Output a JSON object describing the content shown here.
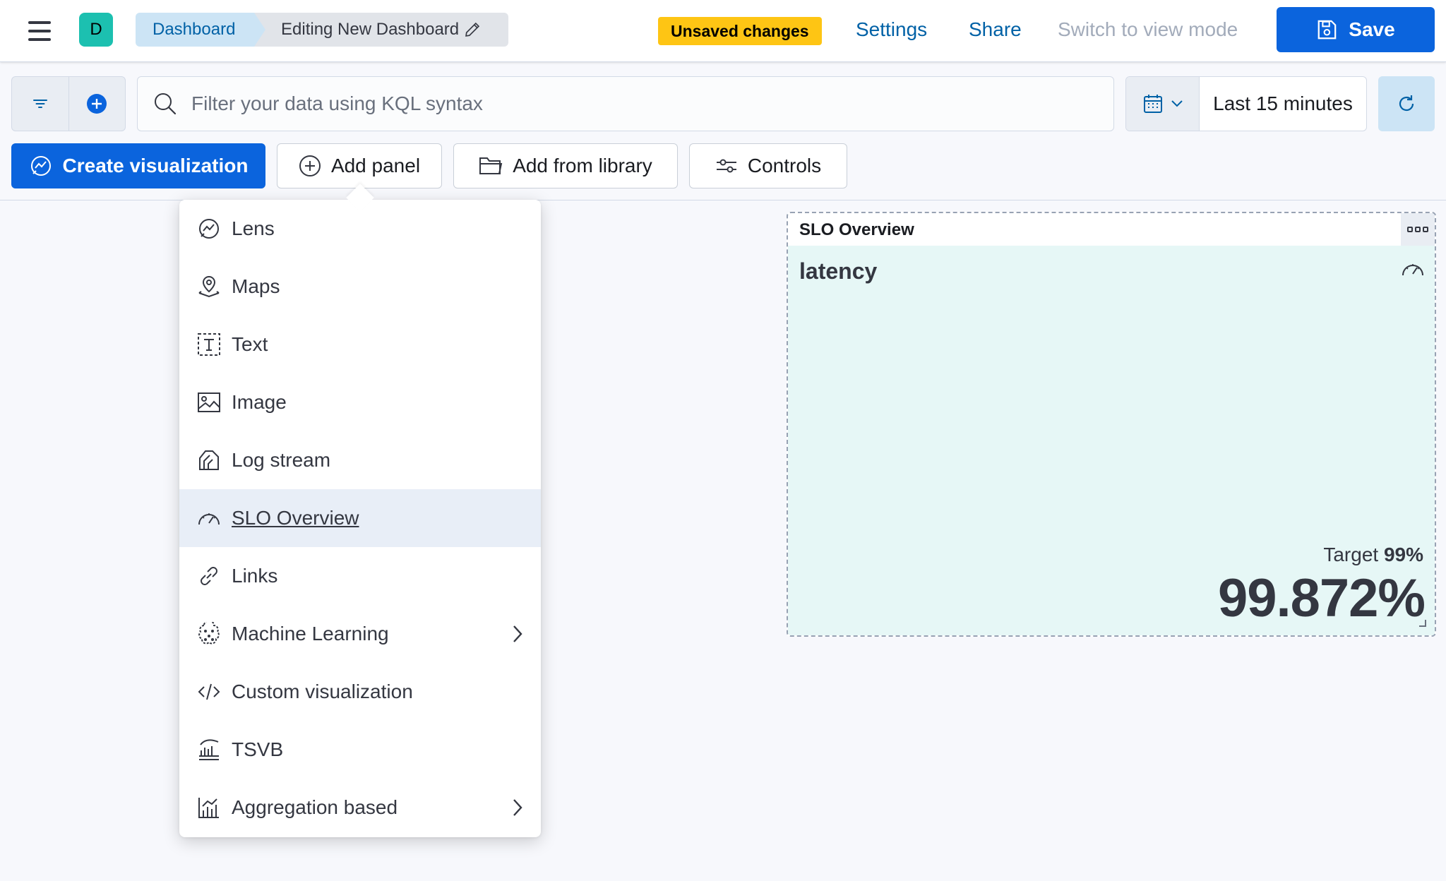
{
  "header": {
    "avatar_letter": "D",
    "breadcrumbs": [
      "Dashboard",
      "Editing New Dashboard"
    ],
    "unsaved_badge": "Unsaved changes",
    "links": {
      "settings": "Settings",
      "share": "Share",
      "view_mode": "Switch to view mode"
    },
    "save_label": "Save"
  },
  "query": {
    "placeholder": "Filter your data using KQL syntax",
    "time_range": "Last 15 minutes"
  },
  "toolbar": {
    "create_visualization": "Create visualization",
    "add_panel": "Add panel",
    "add_from_library": "Add from library",
    "controls": "Controls"
  },
  "menu": {
    "items": [
      {
        "label": "Lens",
        "icon": "lens-icon"
      },
      {
        "label": "Maps",
        "icon": "maps-icon"
      },
      {
        "label": "Text",
        "icon": "text-icon"
      },
      {
        "label": "Image",
        "icon": "image-icon"
      },
      {
        "label": "Log stream",
        "icon": "log-stream-icon"
      },
      {
        "label": "SLO Overview",
        "icon": "gauge-icon",
        "active": true
      },
      {
        "label": "Links",
        "icon": "link-icon"
      },
      {
        "label": "Machine Learning",
        "icon": "machine-learning-icon",
        "submenu": true
      },
      {
        "label": "Custom visualization",
        "icon": "code-icon"
      },
      {
        "label": "TSVB",
        "icon": "tsvb-icon"
      },
      {
        "label": "Aggregation based",
        "icon": "aggregation-icon",
        "submenu": true
      }
    ]
  },
  "panel": {
    "title": "SLO Overview",
    "slo_name": "latency",
    "target_label": "Target",
    "target_value": "99%",
    "value": "99.872%"
  },
  "colors": {
    "primary": "#0b64dd",
    "badge": "#fec514",
    "panel_bg": "#e6f7f6",
    "avatar": "#1cc0b0"
  }
}
